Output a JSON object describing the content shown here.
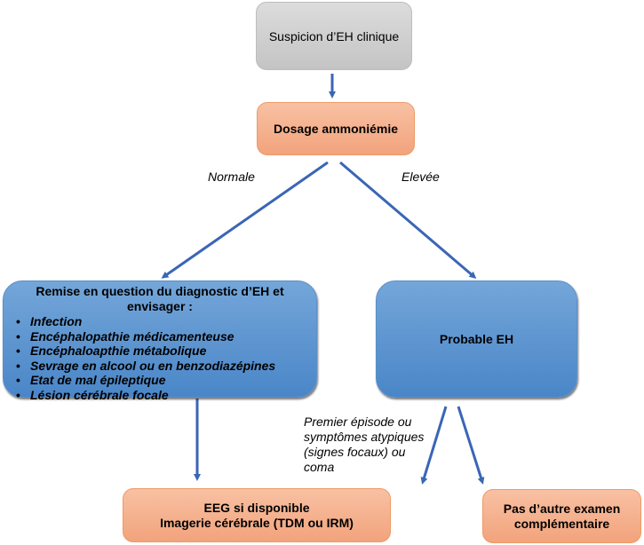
{
  "nodes": {
    "suspicion": "Suspicion d’EH clinique",
    "dosage": "Dosage ammoniémie",
    "remise": {
      "title_line1": "Remise en question du diagnostic d’EH et",
      "title_line2": "envisager :",
      "items": [
        "Infection",
        "Encéphalopathie médicamenteuse",
        "Encéphaloapthie métabolique",
        "Sevrage en alcool ou en benzodiazépines",
        "Etat de mal épileptique",
        "Lésion cérébrale focale"
      ]
    },
    "probable": "Probable EH",
    "eeg": {
      "line1": "EEG si disponible",
      "line2": "Imagerie cérébrale (TDM ou IRM)"
    },
    "pas": {
      "line1": "Pas d’autre examen",
      "line2": "complémentaire"
    }
  },
  "edge_labels": {
    "normale": "Normale",
    "elevee": "Elevée",
    "premier": [
      "Premier épisode ou",
      "symptômes atypiques",
      "(signes focaux) ou",
      "coma"
    ]
  },
  "colors": {
    "arrow": "#3a66b5",
    "gray": "#cfcfcf",
    "orange": "#f4ae88",
    "blue": "#5b93d0"
  }
}
